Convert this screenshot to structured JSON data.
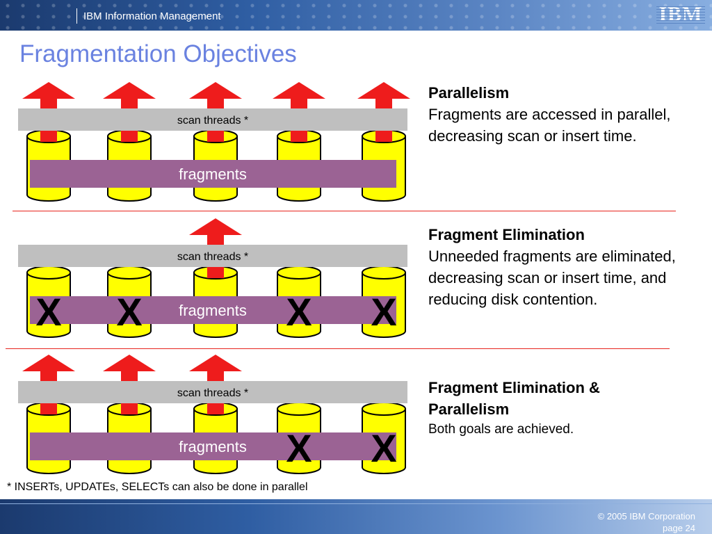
{
  "header": {
    "section_title": "IBM Information Management",
    "logo_text": "IBM"
  },
  "slide": {
    "title": "Fragmentation Objectives"
  },
  "bands": [
    {
      "scan_label": "scan threads *",
      "fragments_label": "fragments",
      "active": [
        true,
        true,
        true,
        true,
        true
      ],
      "eliminated": [
        false,
        false,
        false,
        false,
        false
      ],
      "heading": "Parallelism",
      "body": "Fragments are accessed in parallel, decreasing scan or insert time."
    },
    {
      "scan_label": "scan threads *",
      "fragments_label": "fragments",
      "active": [
        false,
        false,
        true,
        false,
        false
      ],
      "eliminated": [
        true,
        true,
        false,
        true,
        true
      ],
      "x_mark": "X",
      "heading": "Fragment Elimination",
      "body": "Unneeded fragments are eliminated, decreasing scan or insert time, and reducing disk contention."
    },
    {
      "scan_label": "scan threads *",
      "fragments_label": "fragments",
      "active": [
        true,
        true,
        true,
        false,
        false
      ],
      "eliminated": [
        false,
        false,
        false,
        true,
        true
      ],
      "x_mark": "X",
      "heading_line1": "Fragment Elimination &",
      "heading_line2": "Parallelism",
      "body": "Both goals are achieved."
    }
  ],
  "footnote": "* INSERTs, UPDATEs, SELECTs can also be done in parallel",
  "footer": {
    "copyright": "© 2005 IBM Corporation",
    "page": "page 24"
  },
  "colors": {
    "title": "#6a82e0",
    "arrow": "#ee1c1c",
    "cylinder": "#ffff00",
    "fragments_bar": "#9b6394",
    "scan_bar": "#bfbfbf",
    "divider": "#e8231c"
  }
}
